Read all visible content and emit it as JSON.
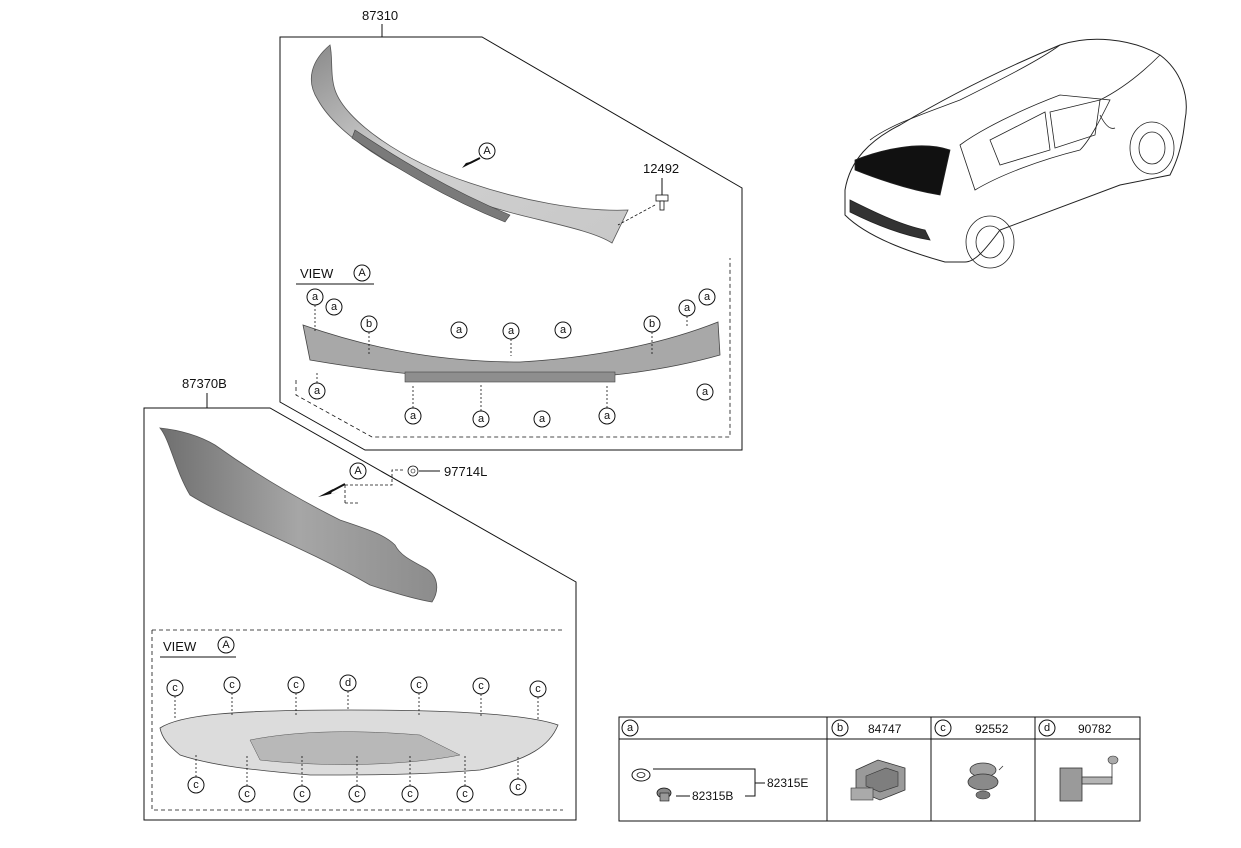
{
  "parts": {
    "spoiler_upper": "87310",
    "bolt": "12492",
    "spoiler_lower": "87370B",
    "nut": "97714L"
  },
  "views": {
    "view_label": "VIEW",
    "view_marker": "A"
  },
  "callouts": {
    "upper_clips": [
      "a",
      "a",
      "b",
      "a",
      "a",
      "a",
      "b",
      "a",
      "a",
      "a",
      "a",
      "a",
      "a",
      "a",
      "a"
    ],
    "lower_clips": [
      "c",
      "c",
      "c",
      "d",
      "c",
      "c",
      "c",
      "c",
      "c",
      "c",
      "c",
      "c",
      "c",
      "c"
    ]
  },
  "legend": {
    "a_key": "a",
    "b_key": "b",
    "b_part": "84747",
    "c_key": "c",
    "c_part": "92552",
    "d_key": "d",
    "d_part": "90782",
    "a_sub1": "82315B",
    "a_sub2": "82315E"
  }
}
